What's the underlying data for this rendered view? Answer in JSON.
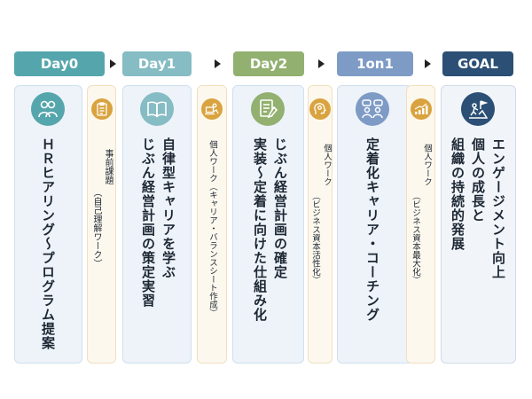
{
  "colors": {
    "day0": "#55a6ac",
    "day1": "#86bcc3",
    "day2": "#92b06f",
    "oneonone": "#7e9bc6",
    "goal": "#2b4f75",
    "task_icon": "#d9a33f"
  },
  "steps": [
    {
      "header": "Day0",
      "icon": "people-icon",
      "lines": [
        "ＨＲヒアリング～プログラム提案"
      ]
    },
    {
      "header": "Day1",
      "icon": "book-icon",
      "lines": [
        "自律型キャリアを学ぶ",
        "じぶん経営計画の策定実習"
      ]
    },
    {
      "header": "Day2",
      "icon": "document-pen-icon",
      "lines": [
        "じぶん経営計画の確定",
        "実装～定着に向けた仕組み化"
      ]
    },
    {
      "header": "1on1",
      "icon": "conversation-icon",
      "lines": [
        "定着化キャリア・コーチング"
      ]
    },
    {
      "header": "GOAL",
      "icon": "summit-flag-icon",
      "lines": [
        "エンゲージメント向上",
        "個人の成長と",
        "組織の持続的発展"
      ]
    }
  ],
  "tasks": [
    {
      "icon": "clipboard-icon",
      "lines": [
        "事前課題",
        "（自己理解ワーク）"
      ]
    },
    {
      "icon": "laptop-person-icon",
      "lines": [
        "個人ワーク（キャリア・バランスシート作成）"
      ]
    },
    {
      "icon": "gear-head-icon",
      "lines": [
        "個人ワーク",
        "（ビジネス資本活性化）"
      ]
    },
    {
      "icon": "growth-chart-icon",
      "lines": [
        "個人ワーク",
        "（ビジネス資本最大化）"
      ]
    }
  ]
}
